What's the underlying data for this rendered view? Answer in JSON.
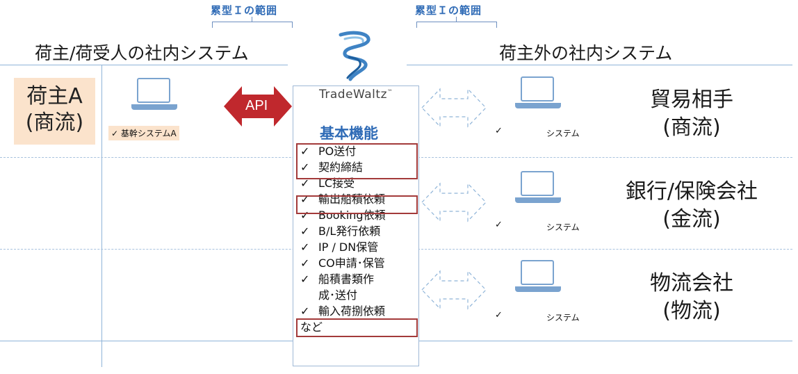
{
  "scope": {
    "left_label": "累型Ｉの範囲",
    "right_label": "累型Ｉの範囲"
  },
  "headers": {
    "left": "荷主/荷受人の社内システム",
    "right": "荷主外の社内システム"
  },
  "shipper": {
    "line1": "荷主A",
    "line2": "(商流)",
    "system_label": "✓ 基幹システムA"
  },
  "api": {
    "label": "API"
  },
  "platform": {
    "brand": "TradeWaltz",
    "brand_mark": "™",
    "title": "基本機能",
    "check_mark": "✓",
    "features": [
      "PO送付",
      "契約締結",
      "LC接受",
      "輸出船積依頼",
      "Booking依頼",
      "B/L発行依頼",
      "IP / DN保管",
      "CO申請･保管",
      "船積書類作",
      "成･送付",
      "輸入荷捌依頼"
    ],
    "footer": "など"
  },
  "parties": [
    {
      "line1": "貿易相手",
      "line2": "(商流)",
      "check": "✓",
      "system_label": "システム"
    },
    {
      "line1": "銀行/保険会社",
      "line2": "(金流)",
      "check": "✓",
      "system_label": "システム"
    },
    {
      "line1": "物流会社",
      "line2": "(物流)",
      "check": "✓",
      "system_label": "システム"
    }
  ],
  "colors": {
    "accent_blue": "#2f6bb6",
    "arrow_red": "#c0282d",
    "highlight_box": "#a33a3a",
    "shipper_bg": "#fbe3cc",
    "line_blue": "#8fb4d8"
  },
  "icons": [
    "tradewaltz-logo-icon",
    "laptop-icon",
    "double-arrow-icon",
    "api-arrow-icon"
  ]
}
